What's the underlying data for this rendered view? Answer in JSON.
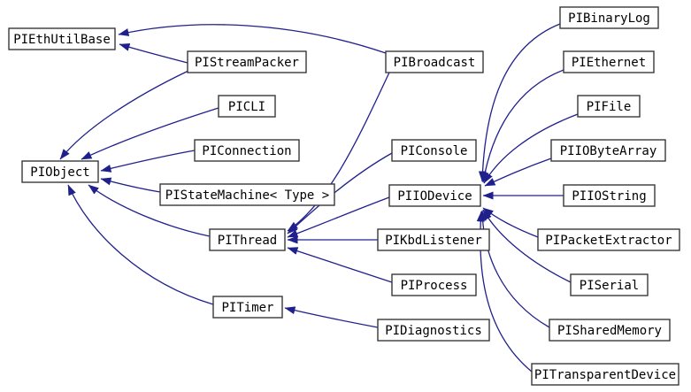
{
  "diagram": {
    "type": "class-inheritance-graph",
    "colors": {
      "edge": "#20208d",
      "node_border": "#383838",
      "node_fill": "#ffffff",
      "text": "#000000",
      "background": "#ffffff"
    },
    "nodes": [
      {
        "id": "PIEthUtilBase",
        "label": "PIEthUtilBase"
      },
      {
        "id": "PIStreamPacker",
        "label": "PIStreamPacker"
      },
      {
        "id": "PICLI",
        "label": "PICLI"
      },
      {
        "id": "PIConnection",
        "label": "PIConnection"
      },
      {
        "id": "PIObject",
        "label": "PIObject"
      },
      {
        "id": "PIStateMachine",
        "label": "PIStateMachine< Type >"
      },
      {
        "id": "PIThread",
        "label": "PIThread"
      },
      {
        "id": "PITimer",
        "label": "PITimer"
      },
      {
        "id": "PIBroadcast",
        "label": "PIBroadcast"
      },
      {
        "id": "PIConsole",
        "label": "PIConsole"
      },
      {
        "id": "PIIODevice",
        "label": "PIIODevice"
      },
      {
        "id": "PIKbdListener",
        "label": "PIKbdListener"
      },
      {
        "id": "PIProcess",
        "label": "PIProcess"
      },
      {
        "id": "PIDiagnostics",
        "label": "PIDiagnostics"
      },
      {
        "id": "PIBinaryLog",
        "label": "PIBinaryLog"
      },
      {
        "id": "PIEthernet",
        "label": "PIEthernet"
      },
      {
        "id": "PIFile",
        "label": "PIFile"
      },
      {
        "id": "PIIOByteArray",
        "label": "PIIOByteArray"
      },
      {
        "id": "PIIOString",
        "label": "PIIOString"
      },
      {
        "id": "PIPacketExtractor",
        "label": "PIPacketExtractor"
      },
      {
        "id": "PISerial",
        "label": "PISerial"
      },
      {
        "id": "PISharedMemory",
        "label": "PISharedMemory"
      },
      {
        "id": "PITransparentDevice",
        "label": "PITransparentDevice"
      }
    ],
    "edges": [
      {
        "from": "PIStreamPacker",
        "to": "PIEthUtilBase"
      },
      {
        "from": "PIBroadcast",
        "to": "PIEthUtilBase"
      },
      {
        "from": "PIStreamPacker",
        "to": "PIObject"
      },
      {
        "from": "PICLI",
        "to": "PIObject"
      },
      {
        "from": "PIConnection",
        "to": "PIObject"
      },
      {
        "from": "PIStateMachine",
        "to": "PIObject"
      },
      {
        "from": "PIThread",
        "to": "PIObject"
      },
      {
        "from": "PITimer",
        "to": "PIObject"
      },
      {
        "from": "PIBroadcast",
        "to": "PIThread"
      },
      {
        "from": "PIConsole",
        "to": "PIThread"
      },
      {
        "from": "PIIODevice",
        "to": "PIThread"
      },
      {
        "from": "PIKbdListener",
        "to": "PIThread"
      },
      {
        "from": "PIProcess",
        "to": "PIThread"
      },
      {
        "from": "PIDiagnostics",
        "to": "PITimer"
      },
      {
        "from": "PIBinaryLog",
        "to": "PIIODevice"
      },
      {
        "from": "PIEthernet",
        "to": "PIIODevice"
      },
      {
        "from": "PIFile",
        "to": "PIIODevice"
      },
      {
        "from": "PIIOByteArray",
        "to": "PIIODevice"
      },
      {
        "from": "PIIOString",
        "to": "PIIODevice"
      },
      {
        "from": "PIPacketExtractor",
        "to": "PIIODevice"
      },
      {
        "from": "PISerial",
        "to": "PIIODevice"
      },
      {
        "from": "PISharedMemory",
        "to": "PIIODevice"
      },
      {
        "from": "PITransparentDevice",
        "to": "PIIODevice"
      }
    ]
  }
}
